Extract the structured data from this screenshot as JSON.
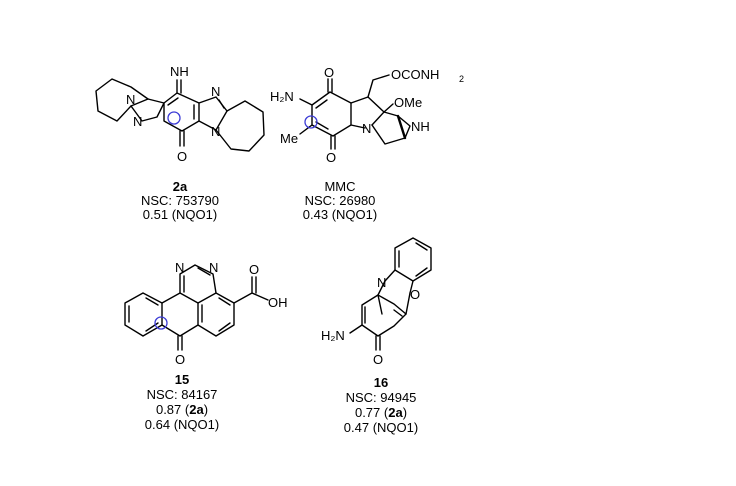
{
  "compounds": [
    {
      "id": "2a",
      "caption_lines": [
        "NSC: 753790",
        "0.51 (NQO1)"
      ],
      "atom_labels": {
        "imine": "NH",
        "n1": "N",
        "n2": "N",
        "n3": "N",
        "n4": "N",
        "oxo": "O"
      }
    },
    {
      "id": "MMC",
      "caption_lines": [
        "NSC: 26980",
        "0.43 (NQO1)"
      ],
      "atom_labels": {
        "amino": "H₂N",
        "oxo_top": "O",
        "oxo_bottom": "O",
        "carbamate": "OCONH",
        "carbamate_sub": "2",
        "methoxy": "OMe",
        "methyl": "Me",
        "n_ring": "N",
        "aziridine": "NH"
      }
    },
    {
      "id": "15",
      "caption_lines": [
        "NSC: 84167",
        "0.87 (",
        "2a",
        ")",
        "0.64 (NQO1)"
      ],
      "atom_labels": {
        "n1": "N",
        "n2": "N",
        "acid_o": "O",
        "acid_oh": "OH",
        "oxo": "O"
      }
    },
    {
      "id": "16",
      "caption_lines": [
        "NSC: 94945",
        "0.77 (",
        "2a",
        ")",
        "0.47 (NQO1)"
      ],
      "atom_labels": {
        "n": "N",
        "o_ring": "O",
        "amino": "H₂N",
        "oxo": "O"
      }
    }
  ],
  "colors": {
    "ink": "#000000",
    "marker": "#3b3bd6",
    "background": "#ffffff"
  }
}
